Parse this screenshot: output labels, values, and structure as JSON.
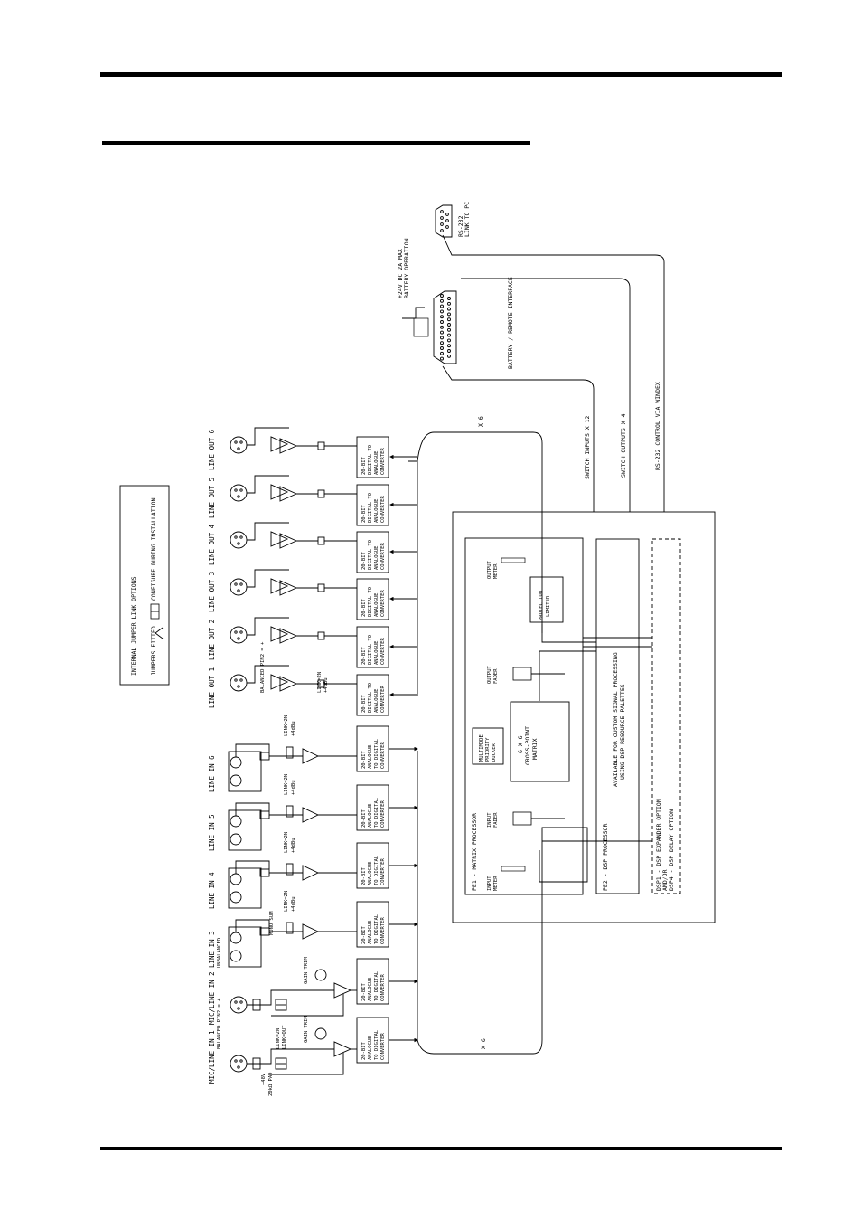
{
  "inputs": [
    {
      "label": "MIC/LINE IN 1",
      "type": "mic"
    },
    {
      "label": "MIC/LINE IN 2",
      "type": "mic"
    },
    {
      "label": "LINE IN 3",
      "type": "line"
    },
    {
      "label": "LINE IN 4",
      "type": "line"
    },
    {
      "label": "LINE IN 5",
      "type": "line"
    },
    {
      "label": "LINE IN 6",
      "type": "line"
    }
  ],
  "outputs": [
    {
      "label": "LINE OUT 1"
    },
    {
      "label": "LINE OUT 2"
    },
    {
      "label": "LINE OUT 3"
    },
    {
      "label": "LINE OUT 4"
    },
    {
      "label": "LINE OUT 5"
    },
    {
      "label": "LINE OUT 6"
    }
  ],
  "labels": {
    "unbalanced": "UNBALANCED",
    "balanced_pin2": "BALANCED PIN2 = +",
    "phantom": "+48V",
    "phantom_sub": "20kΩ PAD",
    "link_2n": "LINK=2N",
    "link_out": "LINK=OUT",
    "link_4dbu": "+4dBu",
    "gain_trim": "GAIN TRIM",
    "mono_sum": "MONO SUM",
    "adc": [
      "20-BIT",
      "ANALOGUE",
      "TO DIGITAL",
      "CONVERTER"
    ],
    "dac": [
      "20-BIT",
      "DIGITAL TO",
      "ANALOGUE",
      "CONVERTER"
    ],
    "x6": "X 6",
    "jumper_title": "INTERNAL JUMPER LINK OPTIONS",
    "jumper_fitted": "JUMPERS FITTED",
    "jumper_config": "CONFIGURE DURING INSTALLATION",
    "pe1": "PE1 - MATRIX PROCESSOR",
    "input_meter": [
      "INPUT",
      "METER"
    ],
    "input_fader": [
      "INPUT",
      "FADER"
    ],
    "multimode_priority": [
      "MULTIMODE",
      "PRIORITY",
      "DUCKER"
    ],
    "crosspoint": [
      "6 X 6",
      "CROSS-POINT",
      "MATRIX"
    ],
    "output_fader": [
      "OUTPUT",
      "FADER"
    ],
    "protection_limiter": [
      "PROTECTION",
      "LIMITER"
    ],
    "output_meter": [
      "OUTPUT",
      "METER"
    ],
    "pe2": "PE2 - DSP PROCESSOR",
    "dsp_available": [
      "AVAILABLE FOR CUSTOM SIGNAL PROCESSING",
      "USING DSP RESOURCE PALETTES"
    ],
    "dsp_options": [
      "DSP1 - DSP EXPANDER OPTION",
      "AND/OR",
      "DSP4 - DSP DELAY OPTION"
    ],
    "switch_inputs": "SWITCH INPUTS X 12",
    "switch_outputs": "SWITCH OUTPUTS X 4",
    "rs232_control": "RS-232 CONTROL VIA WINDEX",
    "battery_interface": "BATTERY / REMOTE INTERFACE",
    "battery_input": [
      "+24V DC 2A MAX",
      "BATTERY OPERATION"
    ],
    "rs232_link": [
      "RS-232",
      "LINK TO PC"
    ]
  }
}
